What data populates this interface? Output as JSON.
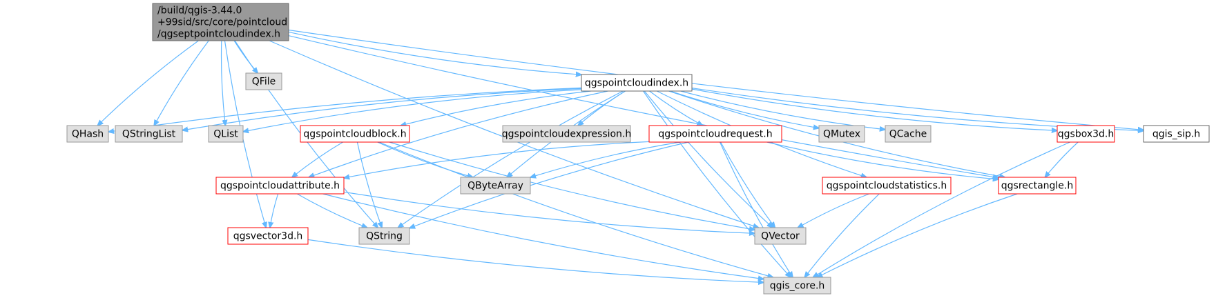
{
  "colors": {
    "edge": "#63b8ff",
    "root_fill": "#999999",
    "root_border": "#666666",
    "documented_fill": "#ffffff",
    "documented_border": "#666666",
    "undocumented_fill": "#e0e0e0",
    "undocumented_border": "#999999",
    "local_fill": "#ffffff",
    "local_border": "#ff0000"
  },
  "nodes": [
    {
      "id": "root",
      "kind": "root",
      "lines": [
        "/build/qgis-3.44.0",
        "+99sid/src/core/pointcloud",
        "/qgseptpointcloudindex.h"
      ]
    },
    {
      "id": "qfile",
      "kind": "undocumented",
      "lines": [
        "QFile"
      ]
    },
    {
      "id": "pcindex",
      "kind": "documented",
      "lines": [
        "qgspointcloudindex.h"
      ]
    },
    {
      "id": "qhash",
      "kind": "undocumented",
      "lines": [
        "QHash"
      ]
    },
    {
      "id": "qstringlist",
      "kind": "undocumented",
      "lines": [
        "QStringList"
      ]
    },
    {
      "id": "qlist",
      "kind": "undocumented",
      "lines": [
        "QList"
      ]
    },
    {
      "id": "pcblock",
      "kind": "local",
      "lines": [
        "qgspointcloudblock.h"
      ]
    },
    {
      "id": "pcexpr",
      "kind": "undocumented",
      "lines": [
        "qgspointcloudexpression.h"
      ]
    },
    {
      "id": "pcrequest",
      "kind": "local",
      "lines": [
        "qgspointcloudrequest.h"
      ]
    },
    {
      "id": "qmutex",
      "kind": "undocumented",
      "lines": [
        "QMutex"
      ]
    },
    {
      "id": "qcache",
      "kind": "undocumented",
      "lines": [
        "QCache"
      ]
    },
    {
      "id": "box3d",
      "kind": "local",
      "lines": [
        "qgsbox3d.h"
      ]
    },
    {
      "id": "qgissip",
      "kind": "documented",
      "lines": [
        "qgis_sip.h"
      ]
    },
    {
      "id": "pcattr",
      "kind": "local",
      "lines": [
        "qgspointcloudattribute.h"
      ]
    },
    {
      "id": "qbytearray",
      "kind": "undocumented",
      "lines": [
        "QByteArray"
      ]
    },
    {
      "id": "pcstats",
      "kind": "local",
      "lines": [
        "qgspointcloudstatistics.h"
      ]
    },
    {
      "id": "rect",
      "kind": "local",
      "lines": [
        "qgsrectangle.h"
      ]
    },
    {
      "id": "vec3d",
      "kind": "local",
      "lines": [
        "qgsvector3d.h"
      ]
    },
    {
      "id": "qstring",
      "kind": "undocumented",
      "lines": [
        "QString"
      ]
    },
    {
      "id": "qvector",
      "kind": "undocumented",
      "lines": [
        "QVector"
      ]
    },
    {
      "id": "core",
      "kind": "undocumented",
      "lines": [
        "qgis_core.h"
      ]
    }
  ],
  "edges": [
    [
      "root",
      "qfile"
    ],
    [
      "root",
      "pcindex"
    ],
    [
      "root",
      "qhash"
    ],
    [
      "root",
      "qstringlist"
    ],
    [
      "root",
      "qlist"
    ],
    [
      "root",
      "qstring"
    ],
    [
      "root",
      "vec3d"
    ],
    [
      "root",
      "qvector"
    ],
    [
      "root",
      "qgissip"
    ],
    [
      "root",
      "rect"
    ],
    [
      "pcindex",
      "qhash"
    ],
    [
      "pcindex",
      "qstringlist"
    ],
    [
      "pcindex",
      "qlist"
    ],
    [
      "pcindex",
      "pcblock"
    ],
    [
      "pcindex",
      "pcexpr"
    ],
    [
      "pcindex",
      "pcrequest"
    ],
    [
      "pcindex",
      "qmutex"
    ],
    [
      "pcindex",
      "qcache"
    ],
    [
      "pcindex",
      "box3d"
    ],
    [
      "pcindex",
      "qgissip"
    ],
    [
      "pcindex",
      "pcattr"
    ],
    [
      "pcindex",
      "qbytearray"
    ],
    [
      "pcindex",
      "qstring"
    ],
    [
      "pcindex",
      "qvector"
    ],
    [
      "pcindex",
      "pcstats"
    ],
    [
      "pcindex",
      "rect"
    ],
    [
      "pcindex",
      "core"
    ],
    [
      "pcblock",
      "pcattr"
    ],
    [
      "pcblock",
      "qbytearray"
    ],
    [
      "pcblock",
      "qstring"
    ],
    [
      "pcblock",
      "qvector"
    ],
    [
      "pcblock",
      "core"
    ],
    [
      "pcrequest",
      "pcattr"
    ],
    [
      "pcrequest",
      "qbytearray"
    ],
    [
      "pcrequest",
      "qstring"
    ],
    [
      "pcrequest",
      "qvector"
    ],
    [
      "pcrequest",
      "rect"
    ],
    [
      "pcrequest",
      "core"
    ],
    [
      "pcattr",
      "vec3d"
    ],
    [
      "pcattr",
      "qstring"
    ],
    [
      "pcattr",
      "qvector"
    ],
    [
      "pcattr",
      "core"
    ],
    [
      "pcstats",
      "qvector"
    ],
    [
      "pcstats",
      "core"
    ],
    [
      "box3d",
      "rect"
    ],
    [
      "box3d",
      "core"
    ],
    [
      "rect",
      "core"
    ],
    [
      "vec3d",
      "core"
    ]
  ]
}
